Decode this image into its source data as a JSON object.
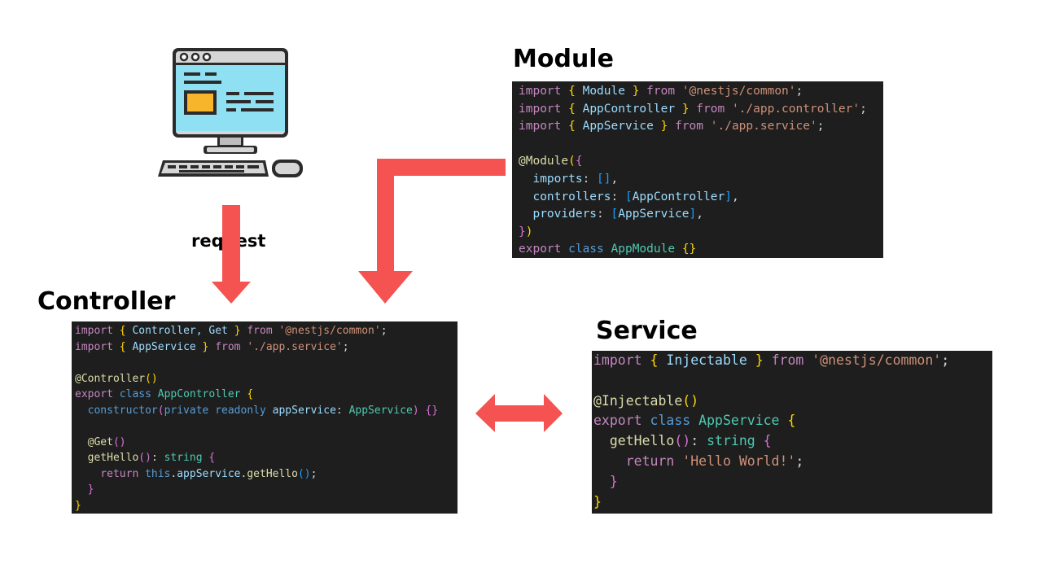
{
  "labels": {
    "module": "Module",
    "controller": "Controller",
    "service": "Service",
    "request": "request"
  },
  "colors": {
    "arrow": "#f55252",
    "code_bg": "#1e1e1e"
  },
  "icons": {
    "client": "desktop-computer-icon"
  },
  "module_code": [
    [
      [
        "import",
        "kw"
      ],
      [
        " ",
        "pl"
      ],
      [
        "{",
        "br"
      ],
      [
        " Module ",
        "var"
      ],
      [
        "}",
        "br"
      ],
      [
        " from ",
        "kw"
      ],
      [
        "'@nestjs/common'",
        "str"
      ],
      [
        ";",
        "pl"
      ]
    ],
    [
      [
        "import",
        "kw"
      ],
      [
        " ",
        "pl"
      ],
      [
        "{",
        "br"
      ],
      [
        " AppController ",
        "var"
      ],
      [
        "}",
        "br"
      ],
      [
        " from ",
        "kw"
      ],
      [
        "'./app.controller'",
        "str"
      ],
      [
        ";",
        "pl"
      ]
    ],
    [
      [
        "import",
        "kw"
      ],
      [
        " ",
        "pl"
      ],
      [
        "{",
        "br"
      ],
      [
        " AppService ",
        "var"
      ],
      [
        "}",
        "br"
      ],
      [
        " from ",
        "kw"
      ],
      [
        "'./app.service'",
        "str"
      ],
      [
        ";",
        "pl"
      ]
    ],
    [],
    [
      [
        "@Module",
        "dec"
      ],
      [
        "(",
        "br"
      ],
      [
        "{",
        "br2"
      ]
    ],
    [
      [
        "  imports",
        "var"
      ],
      [
        ": ",
        "pl"
      ],
      [
        "[]",
        "br3"
      ],
      [
        ",",
        "pl"
      ]
    ],
    [
      [
        "  controllers",
        "var"
      ],
      [
        ": ",
        "pl"
      ],
      [
        "[",
        "br3"
      ],
      [
        "AppController",
        "var"
      ],
      [
        "]",
        "br3"
      ],
      [
        ",",
        "pl"
      ]
    ],
    [
      [
        "  providers",
        "var"
      ],
      [
        ": ",
        "pl"
      ],
      [
        "[",
        "br3"
      ],
      [
        "AppService",
        "var"
      ],
      [
        "]",
        "br3"
      ],
      [
        ",",
        "pl"
      ]
    ],
    [
      [
        "}",
        "br2"
      ],
      [
        ")",
        "br"
      ]
    ],
    [
      [
        "export",
        "kw"
      ],
      [
        " class ",
        "kw2"
      ],
      [
        "AppModule",
        "ty"
      ],
      [
        " ",
        "pl"
      ],
      [
        "{}",
        "br"
      ]
    ]
  ],
  "controller_code": [
    [
      [
        "import",
        "kw"
      ],
      [
        " ",
        "pl"
      ],
      [
        "{",
        "br"
      ],
      [
        " Controller, Get ",
        "var"
      ],
      [
        "}",
        "br"
      ],
      [
        " from ",
        "kw"
      ],
      [
        "'@nestjs/common'",
        "str"
      ],
      [
        ";",
        "pl"
      ]
    ],
    [
      [
        "import",
        "kw"
      ],
      [
        " ",
        "pl"
      ],
      [
        "{",
        "br"
      ],
      [
        " AppService ",
        "var"
      ],
      [
        "}",
        "br"
      ],
      [
        " from ",
        "kw"
      ],
      [
        "'./app.service'",
        "str"
      ],
      [
        ";",
        "pl"
      ]
    ],
    [],
    [
      [
        "@Controller",
        "dec"
      ],
      [
        "(",
        "br"
      ],
      [
        ")",
        "br"
      ]
    ],
    [
      [
        "export",
        "kw"
      ],
      [
        " class ",
        "kw2"
      ],
      [
        "AppController",
        "ty"
      ],
      [
        " ",
        "pl"
      ],
      [
        "{",
        "br"
      ]
    ],
    [
      [
        "  constructor",
        "kw2"
      ],
      [
        "(",
        "br2"
      ],
      [
        "private readonly ",
        "kw2"
      ],
      [
        "appService",
        "var"
      ],
      [
        ": ",
        "pl"
      ],
      [
        "AppService",
        "ty"
      ],
      [
        ")",
        "br2"
      ],
      [
        " ",
        "pl"
      ],
      [
        "{}",
        "br2"
      ]
    ],
    [],
    [
      [
        "  @Get",
        "dec"
      ],
      [
        "(",
        "br2"
      ],
      [
        ")",
        "br2"
      ]
    ],
    [
      [
        "  getHello",
        "fn"
      ],
      [
        "(",
        "br2"
      ],
      [
        ")",
        "br2"
      ],
      [
        ": ",
        "pl"
      ],
      [
        "string",
        "ty"
      ],
      [
        " ",
        "pl"
      ],
      [
        "{",
        "br2"
      ]
    ],
    [
      [
        "    return ",
        "kw"
      ],
      [
        "this",
        "kw2"
      ],
      [
        ".",
        "pl"
      ],
      [
        "appService",
        "var"
      ],
      [
        ".",
        "pl"
      ],
      [
        "getHello",
        "fn"
      ],
      [
        "(",
        "br3"
      ],
      [
        ")",
        "br3"
      ],
      [
        ";",
        "pl"
      ]
    ],
    [
      [
        "  }",
        "br2"
      ]
    ],
    [
      [
        "}",
        "br"
      ]
    ]
  ],
  "service_code": [
    [
      [
        "import",
        "kw"
      ],
      [
        " ",
        "pl"
      ],
      [
        "{",
        "br"
      ],
      [
        " Injectable ",
        "var"
      ],
      [
        "}",
        "br"
      ],
      [
        " from ",
        "kw"
      ],
      [
        "'@nestjs/common'",
        "str"
      ],
      [
        ";",
        "pl"
      ]
    ],
    [],
    [
      [
        "@Injectable",
        "dec"
      ],
      [
        "(",
        "br"
      ],
      [
        ")",
        "br"
      ]
    ],
    [
      [
        "export",
        "kw"
      ],
      [
        " class ",
        "kw2"
      ],
      [
        "AppService",
        "ty"
      ],
      [
        " ",
        "pl"
      ],
      [
        "{",
        "br"
      ]
    ],
    [
      [
        "  getHello",
        "fn"
      ],
      [
        "(",
        "br2"
      ],
      [
        ")",
        "br2"
      ],
      [
        ": ",
        "pl"
      ],
      [
        "string",
        "ty"
      ],
      [
        " ",
        "pl"
      ],
      [
        "{",
        "br2"
      ]
    ],
    [
      [
        "    return ",
        "kw"
      ],
      [
        "'Hello World!'",
        "str"
      ],
      [
        ";",
        "pl"
      ]
    ],
    [
      [
        "  }",
        "br2"
      ]
    ],
    [
      [
        "}",
        "br"
      ]
    ]
  ]
}
